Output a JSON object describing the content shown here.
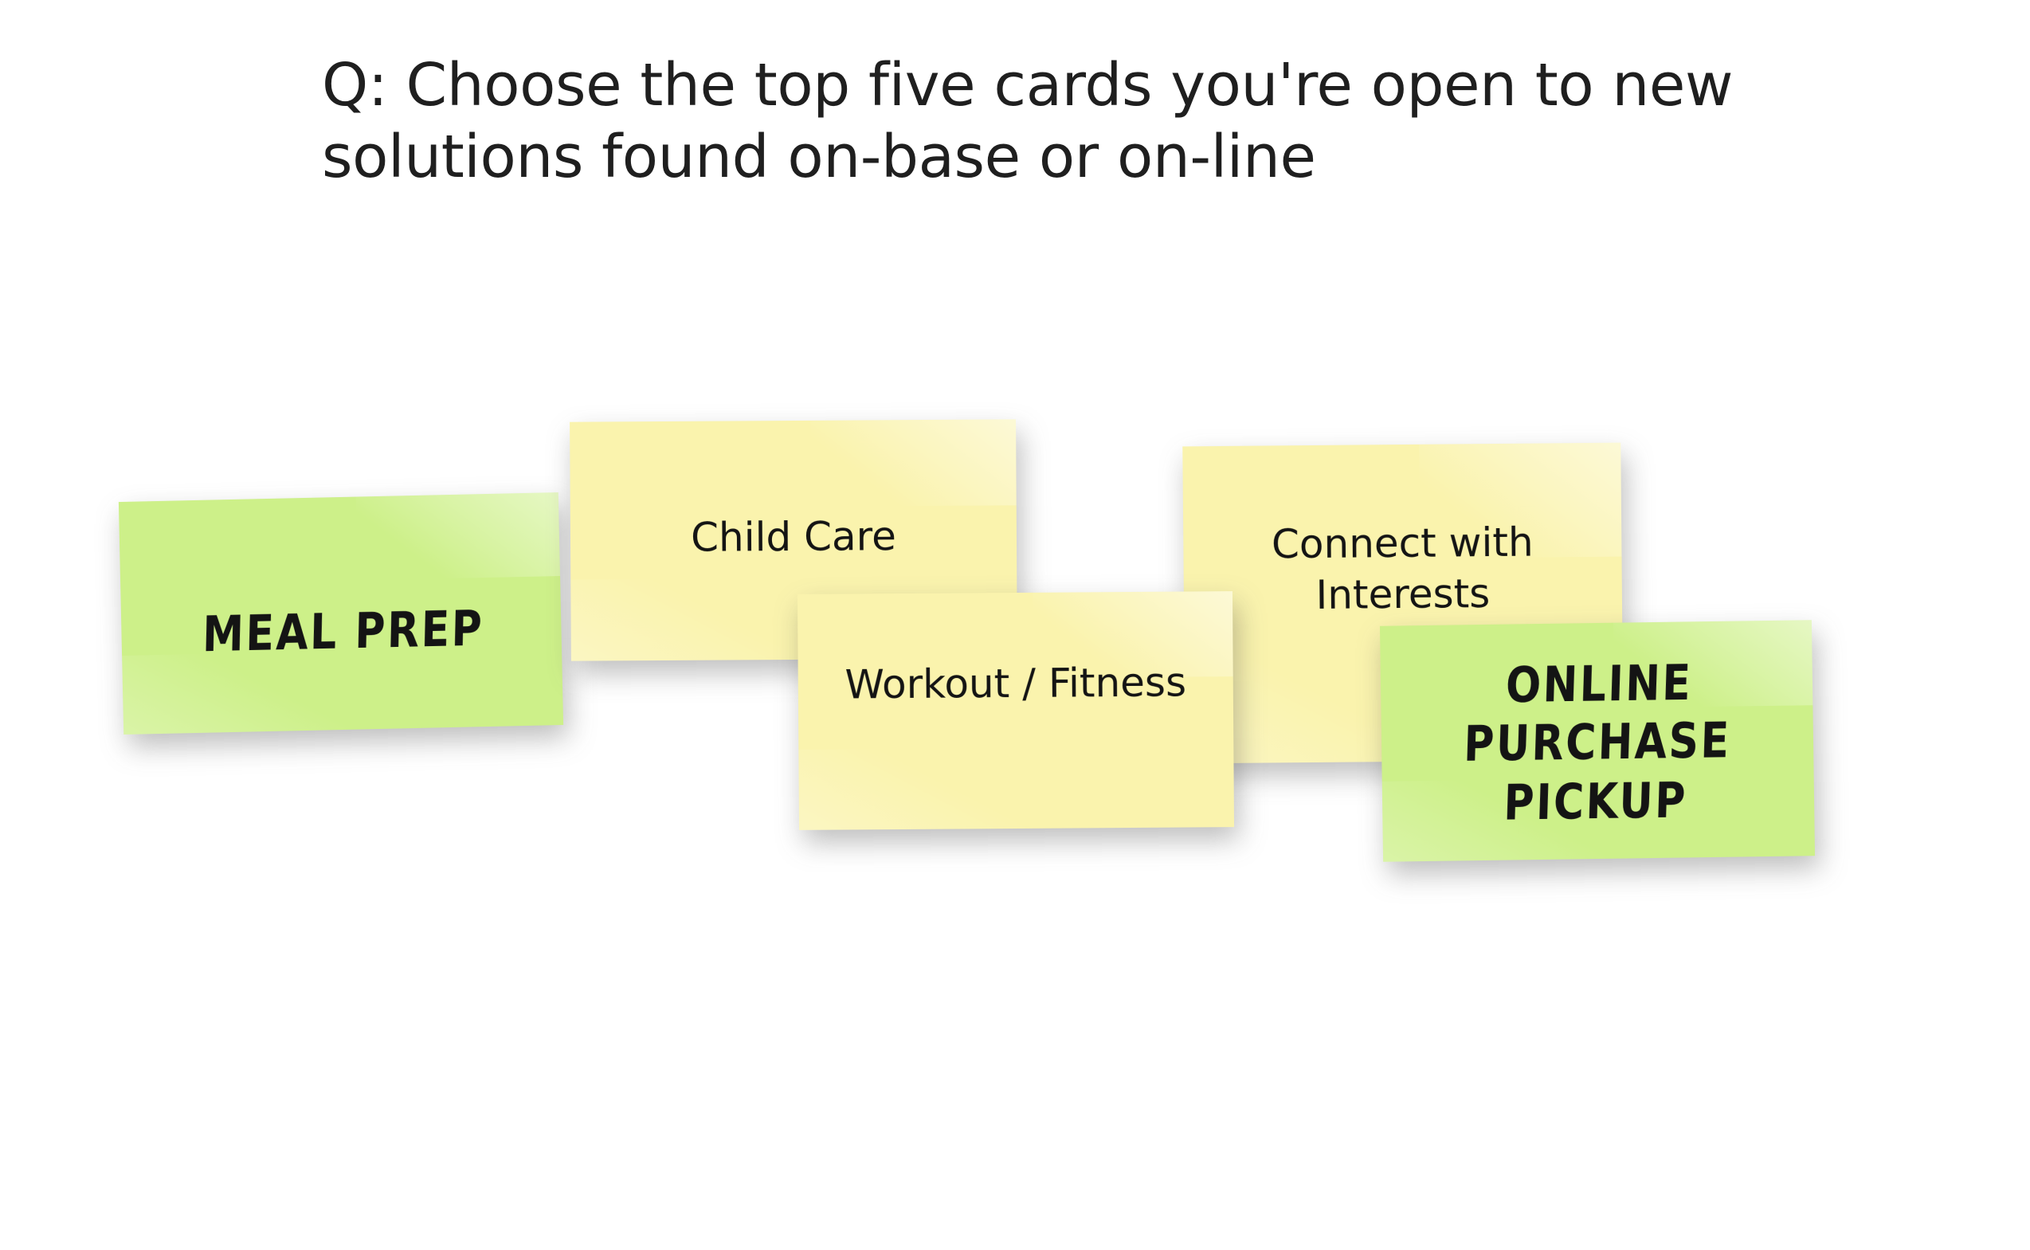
{
  "slide": {
    "background_color": "#ffffff",
    "title": "Q: Choose the top five cards you're open to new\nsolutions found on-base or on-line",
    "title_color": "#1f1f1f"
  },
  "palette": {
    "note_yellow": "#faf3ad",
    "note_green": "#cdf089",
    "note_text": "#141414"
  },
  "notes": [
    {
      "id": "meal-prep",
      "label": "MEAL PREP",
      "color": "#cdf089",
      "color_name": "green",
      "style": "handwritten"
    },
    {
      "id": "child-care",
      "label": "Child Care",
      "color": "#faf3ad",
      "color_name": "yellow",
      "style": "typed"
    },
    {
      "id": "workout-fitness",
      "label": "Workout / Fitness",
      "color": "#faf3ad",
      "color_name": "yellow",
      "style": "typed"
    },
    {
      "id": "connect-with-interests",
      "label": "Connect with\nInterests",
      "color": "#faf3ad",
      "color_name": "yellow",
      "style": "typed"
    },
    {
      "id": "online-purchase-pickup",
      "label": "ONLINE\nPURCHASE\nPICKUP",
      "color": "#cdf089",
      "color_name": "green",
      "style": "handwritten"
    }
  ]
}
